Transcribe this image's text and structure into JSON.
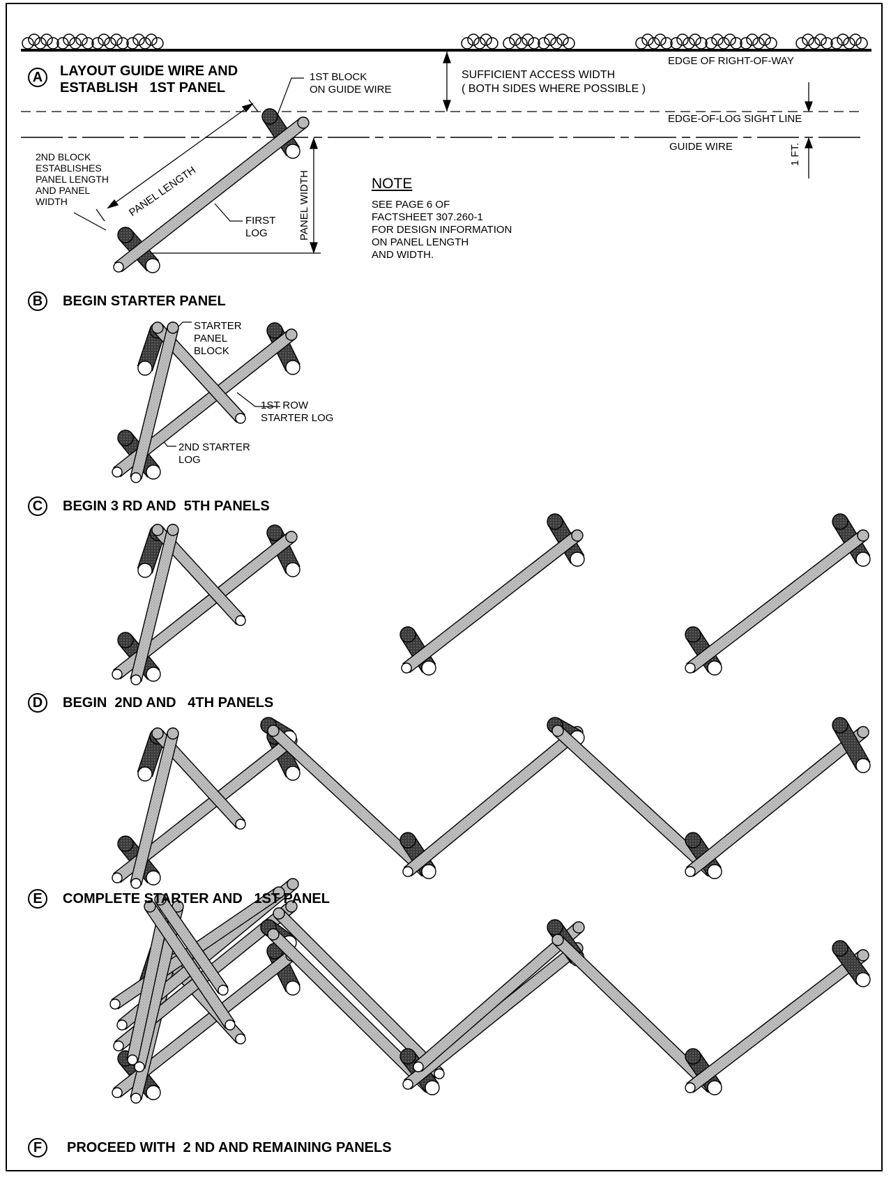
{
  "sections": [
    {
      "letter": "A",
      "title": "LAYOUT GUIDE WIRE AND\nESTABLISH   1ST PANEL"
    },
    {
      "letter": "B",
      "title": "BEGIN STARTER PANEL"
    },
    {
      "letter": "C",
      "title": "BEGIN 3 RD AND  5TH PANELS"
    },
    {
      "letter": "D",
      "title": "BEGIN  2ND AND   4TH PANELS"
    },
    {
      "letter": "E",
      "title": "COMPLETE STARTER AND   1ST PANEL"
    },
    {
      "letter": "F",
      "title": "PROCEED WITH  2 ND AND REMAINING PANELS"
    }
  ],
  "labels": {
    "first_block": "1ST BLOCK\nON GUIDE WIRE",
    "access_width": "SUFFICIENT ACCESS WIDTH\n( BOTH SIDES WHERE POSSIBLE )",
    "edge_row": "EDGE OF RIGHT-OF-WAY",
    "sight_line": "EDGE-OF-LOG SIGHT LINE",
    "guide_wire": "GUIDE WIRE",
    "one_ft": "1 FT.",
    "second_block": "2ND BLOCK\nESTABLISHES\nPANEL LENGTH\nAND PANEL\nWIDTH",
    "panel_length": "PANEL LENGTH",
    "panel_width": "PANEL WIDTH",
    "first_log": "FIRST\nLOG",
    "starter_block": "STARTER\nPANEL\nBLOCK",
    "first_row_starter": "1ST ROW\nSTARTER LOG",
    "second_starter": "2ND STARTER\nLOG"
  },
  "note": {
    "title": "NOTE",
    "body": "SEE PAGE 6 OF\nFACTSHEET 307.260-1\nFOR DESIGN INFORMATION\nON PANEL LENGTH\nAND WIDTH."
  },
  "colors": {
    "log_fill": "#bdbdbd",
    "block_fill": "#3c3c3c",
    "line": "#000000"
  }
}
